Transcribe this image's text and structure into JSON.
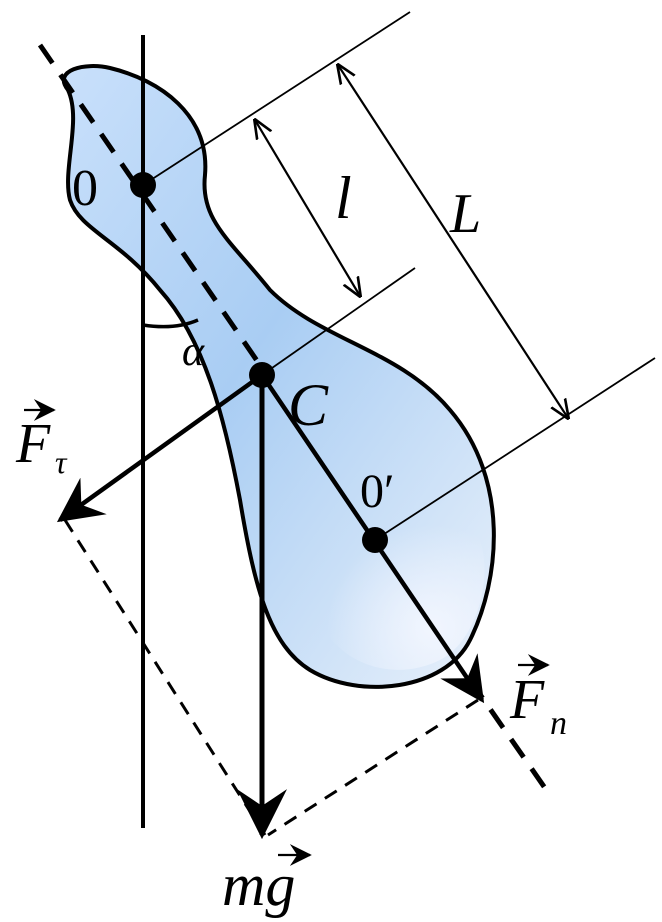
{
  "diagram": {
    "labels": {
      "pivot": "0",
      "center_of_mass": "C",
      "center_of_oscillation": "0′",
      "length_short": "l",
      "length_long": "L",
      "angle": "α",
      "gravity": "mg",
      "tangential_force": "F",
      "tangential_sub": "τ",
      "normal_force": "F",
      "normal_sub": "n"
    },
    "colors": {
      "body_fill_light": "#eef5ff",
      "body_fill_dark": "#8fc0ef",
      "stroke": "#000000"
    }
  }
}
